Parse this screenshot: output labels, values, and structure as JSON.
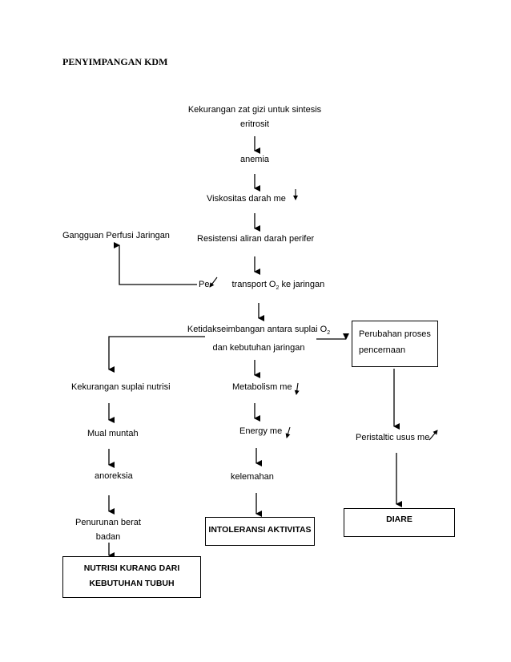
{
  "title": "PENYIMPANGAN KDM",
  "nodes": {
    "kekurangan_zat_1": "Kekurangan zat gizi untuk sintesis",
    "kekurangan_zat_2": "eritrosit",
    "anemia": "anemia",
    "viskositas": "Viskositas darah me",
    "resistensi": "Resistensi aliran darah perifer",
    "gangguan_perfusi": "Gangguan  Perfusi  Jaringan",
    "transport_pe": "Pe",
    "transport_text": "transport O",
    "transport_sub": "2",
    "transport_tail": " ke jaringan",
    "ketidakseimbangan_1": "Ketidakseimbangan antara suplai O",
    "ketidakseimbangan_sub": "2",
    "ketidakseimbangan_2": "dan kebutuhan jaringan",
    "perubahan_1": "Perubahan proses",
    "perubahan_2": "pencernaan",
    "kekurangan_suplai": "Kekurangan suplai nutrisi",
    "metabolism": "Metabolism me",
    "mual": "Mual muntah",
    "energy": "Energy me",
    "peristaltic": "Peristaltic usus me",
    "anoreksia": "anoreksia",
    "kelemahan": "kelemahan",
    "penurunan_1": "Penurunan berat",
    "penurunan_2": "badan",
    "intoleransi": "INTOLERANSI AKTIVITAS",
    "diare": "DIARE",
    "nutrisi_1": "NUTRISI KURANG DARI",
    "nutrisi_2": "KEBUTUHAN TUBUH"
  }
}
